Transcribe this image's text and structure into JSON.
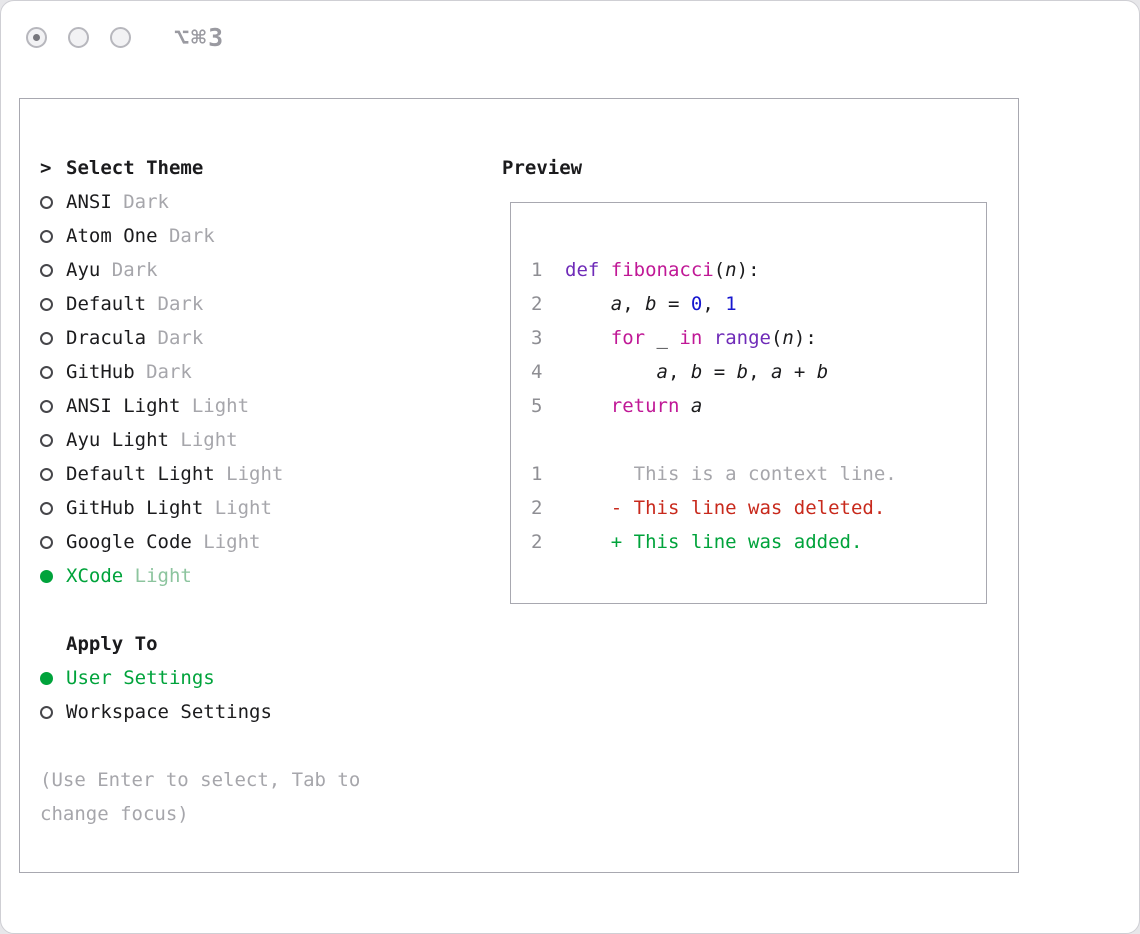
{
  "window": {
    "shortcut": "⌥⌘3"
  },
  "colors": {
    "green": "#00a33b",
    "green_muted": "#8cc49e",
    "red": "#c8291c",
    "magenta": "#c01896",
    "purple": "#6f2bb8",
    "blue": "#1717cf",
    "muted": "#a6a6ab",
    "line_number": "#8e8e93",
    "border": "#a8a8b0",
    "text": "#1b1b1d"
  },
  "theme_picker": {
    "caret": ">",
    "title": "Select Theme",
    "items": [
      {
        "label": "ANSI",
        "variant": "Dark",
        "selected": false
      },
      {
        "label": "Atom One",
        "variant": "Dark",
        "selected": false
      },
      {
        "label": "Ayu",
        "variant": "Dark",
        "selected": false
      },
      {
        "label": "Default",
        "variant": "Dark",
        "selected": false
      },
      {
        "label": "Dracula",
        "variant": "Dark",
        "selected": false
      },
      {
        "label": "GitHub",
        "variant": "Dark",
        "selected": false
      },
      {
        "label": "ANSI Light",
        "variant": "Light",
        "selected": false
      },
      {
        "label": "Ayu Light",
        "variant": "Light",
        "selected": false
      },
      {
        "label": "Default Light",
        "variant": "Light",
        "selected": false
      },
      {
        "label": "GitHub Light",
        "variant": "Light",
        "selected": false
      },
      {
        "label": "Google Code",
        "variant": "Light",
        "selected": false
      },
      {
        "label": "XCode",
        "variant": "Light",
        "selected": true
      }
    ],
    "apply_to": {
      "title": "Apply To",
      "options": [
        {
          "label": "User Settings",
          "selected": true
        },
        {
          "label": "Workspace Settings",
          "selected": false
        }
      ]
    },
    "hint": "(Use Enter to select, Tab to change focus)"
  },
  "preview": {
    "title": "Preview",
    "code_lines": [
      {
        "num": "1",
        "tokens": [
          {
            "t": "def ",
            "c": "kw1"
          },
          {
            "t": "fibonacci",
            "c": "fn"
          },
          {
            "t": "(",
            "c": "plain"
          },
          {
            "t": "n",
            "c": "var"
          },
          {
            "t": "):",
            "c": "plain"
          }
        ]
      },
      {
        "num": "2",
        "tokens": [
          {
            "t": "    ",
            "c": "plain"
          },
          {
            "t": "a",
            "c": "var"
          },
          {
            "t": ", ",
            "c": "plain"
          },
          {
            "t": "b",
            "c": "var"
          },
          {
            "t": " = ",
            "c": "plain"
          },
          {
            "t": "0",
            "c": "num"
          },
          {
            "t": ", ",
            "c": "plain"
          },
          {
            "t": "1",
            "c": "num"
          }
        ]
      },
      {
        "num": "3",
        "tokens": [
          {
            "t": "    ",
            "c": "plain"
          },
          {
            "t": "for",
            "c": "kw2"
          },
          {
            "t": " _ ",
            "c": "plain"
          },
          {
            "t": "in",
            "c": "kw2"
          },
          {
            "t": " ",
            "c": "plain"
          },
          {
            "t": "range",
            "c": "builtin"
          },
          {
            "t": "(",
            "c": "plain"
          },
          {
            "t": "n",
            "c": "var"
          },
          {
            "t": "):",
            "c": "plain"
          }
        ]
      },
      {
        "num": "4",
        "tokens": [
          {
            "t": "        ",
            "c": "plain"
          },
          {
            "t": "a",
            "c": "var"
          },
          {
            "t": ", ",
            "c": "plain"
          },
          {
            "t": "b",
            "c": "var"
          },
          {
            "t": " = ",
            "c": "plain"
          },
          {
            "t": "b",
            "c": "var"
          },
          {
            "t": ", ",
            "c": "plain"
          },
          {
            "t": "a",
            "c": "var"
          },
          {
            "t": " + ",
            "c": "plain"
          },
          {
            "t": "b",
            "c": "var"
          }
        ]
      },
      {
        "num": "5",
        "tokens": [
          {
            "t": "    ",
            "c": "plain"
          },
          {
            "t": "return",
            "c": "kw2"
          },
          {
            "t": " ",
            "c": "plain"
          },
          {
            "t": "a",
            "c": "var"
          }
        ]
      }
    ],
    "diff_lines": [
      {
        "num": "1",
        "text": "      This is a context line.",
        "type": "context"
      },
      {
        "num": "2",
        "text": "    - This line was deleted.",
        "type": "deleted"
      },
      {
        "num": "2",
        "text": "    + This line was added.",
        "type": "added"
      }
    ]
  }
}
